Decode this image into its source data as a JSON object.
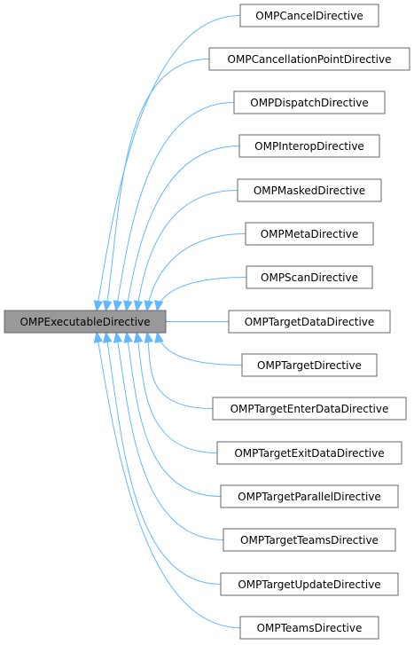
{
  "root": {
    "label": "OMPExecutableDirective"
  },
  "children": [
    {
      "label": "OMPCancelDirective"
    },
    {
      "label": "OMPCancellationPointDirective"
    },
    {
      "label": "OMPDispatchDirective"
    },
    {
      "label": "OMPInteropDirective"
    },
    {
      "label": "OMPMaskedDirective"
    },
    {
      "label": "OMPMetaDirective"
    },
    {
      "label": "OMPScanDirective"
    },
    {
      "label": "OMPTargetDataDirective"
    },
    {
      "label": "OMPTargetDirective"
    },
    {
      "label": "OMPTargetEnterDataDirective"
    },
    {
      "label": "OMPTargetExitDataDirective"
    },
    {
      "label": "OMPTargetParallelDirective"
    },
    {
      "label": "OMPTargetTeamsDirective"
    },
    {
      "label": "OMPTargetUpdateDirective"
    },
    {
      "label": "OMPTeamsDirective"
    }
  ],
  "colors": {
    "edge": "#63b8ff",
    "root_fill": "#999999",
    "node_border": "#666666"
  }
}
